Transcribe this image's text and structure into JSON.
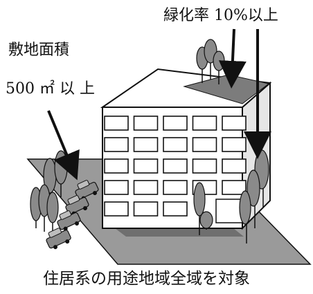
{
  "labels": {
    "site_area": "敷地面積",
    "site_area_minimum": "500 ㎡ 以 上",
    "green_ratio": "緑化率 10%以上",
    "caption": "住居系の用途地域全域を対象"
  },
  "colors": {
    "ground": "#9a9a9a",
    "roof_garden": "#7c7c7c",
    "building_face": "#ffffff",
    "building_side": "#e8e8e8",
    "tree": "#8a8a8a",
    "outline": "#111111"
  }
}
